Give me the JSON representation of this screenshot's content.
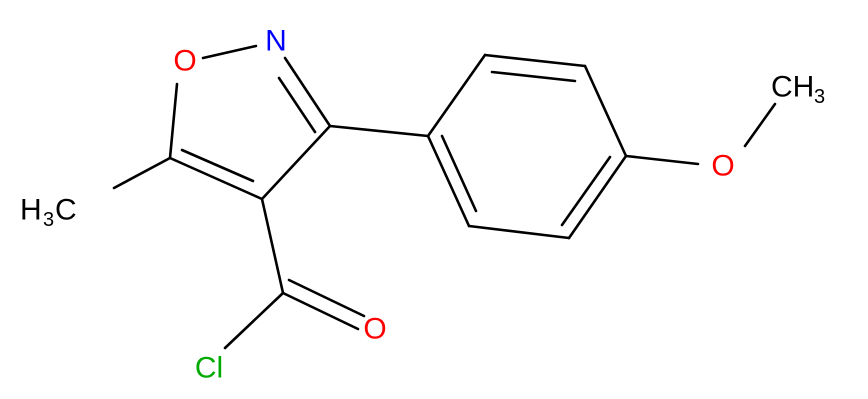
{
  "molecule": {
    "atoms": {
      "o_ring": {
        "element": "O",
        "label": "O",
        "color": "#ff0000"
      },
      "n_ring": {
        "element": "N",
        "label": "N",
        "color": "#0000ff"
      },
      "o_methoxy": {
        "element": "O",
        "label": "O",
        "color": "#ff0000"
      },
      "ch3_methoxy": {
        "element": "C",
        "label": "CH",
        "subscript": "3",
        "color": "#000000"
      },
      "h3c_methyl": {
        "element": "C",
        "label": "H",
        "subscript": "3",
        "label_suffix": "C",
        "color": "#000000"
      },
      "o_carbonyl": {
        "element": "O",
        "label": "O",
        "color": "#ff0000"
      },
      "cl": {
        "element": "Cl",
        "label": "Cl",
        "color": "#00aa00"
      }
    },
    "bond_color": "#000000"
  }
}
